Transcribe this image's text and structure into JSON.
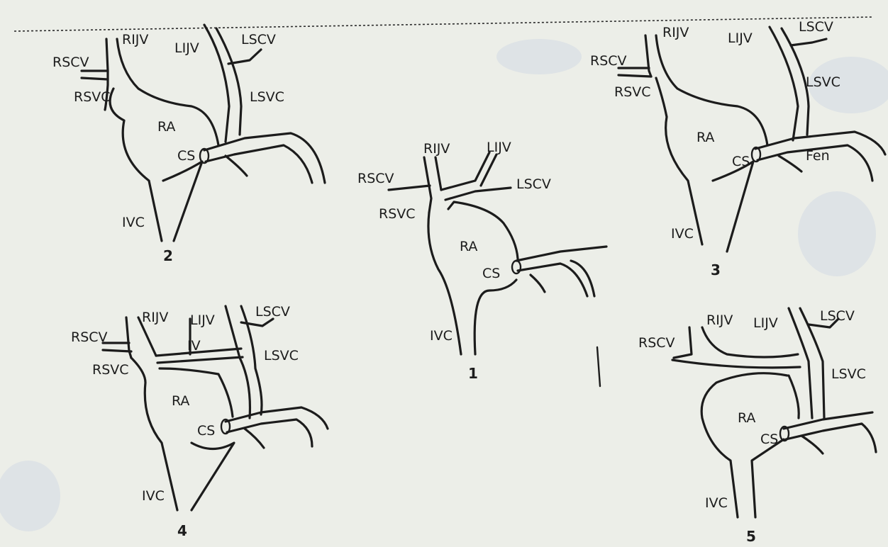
{
  "background_color": "#eceee8",
  "line_color": "#1c1c1c",
  "diagrams": [
    {
      "number": "2",
      "labels": {
        "rijv": "RIJV",
        "lijv": "LIJV",
        "lscv": "LSCV",
        "rscv": "RSCV",
        "rsvc": "RSVC",
        "lsvc": "LSVC",
        "ra": "RA",
        "cs": "CS",
        "ivc": "IVC"
      }
    },
    {
      "number": "1",
      "labels": {
        "rijv": "RIJV",
        "lijv": "LIJV",
        "lscv": "LSCV",
        "rscv": "RSCV",
        "rsvc": "RSVC",
        "ra": "RA",
        "cs": "CS",
        "ivc": "IVC"
      }
    },
    {
      "number": "3",
      "labels": {
        "rijv": "RIJV",
        "lijv": "LIJV",
        "lscv": "LSCV",
        "rscv": "RSCV",
        "rsvc": "RSVC",
        "lsvc": "LSVC",
        "ra": "RA",
        "cs": "CS",
        "fen": "Fen",
        "ivc": "IVC"
      }
    },
    {
      "number": "4",
      "labels": {
        "rijv": "RIJV",
        "lijv": "LIJV",
        "lscv": "LSCV",
        "rscv": "RSCV",
        "rsvc": "RSVC",
        "iv": "IV",
        "lsvc": "LSVC",
        "ra": "RA",
        "cs": "CS",
        "ivc": "IVC"
      }
    },
    {
      "number": "5",
      "labels": {
        "rijv": "RIJV",
        "lijv": "LIJV",
        "lscv": "LSCV",
        "rscv": "RSCV",
        "lsvc": "LSVC",
        "ra": "RA",
        "cs": "CS",
        "ivc": "IVC"
      }
    }
  ]
}
